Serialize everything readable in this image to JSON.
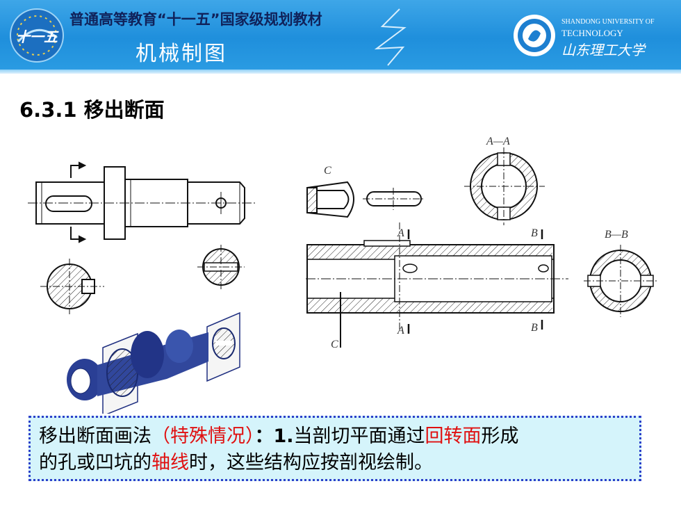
{
  "header": {
    "series_title": "普通高等教育“十一五”国家级规划教材",
    "course_title": "机械制图",
    "logo_text": "十一五",
    "university_en_line1": "SHANDONG UNIVERSITY OF",
    "university_en_line2": "TECHNOLOGY",
    "university_cn": "山东理工大学",
    "colors": {
      "header_blue": "#2294de",
      "dark_navy": "#10225a"
    }
  },
  "section_title": "6.3.1 移出断面",
  "drawing": {
    "labels": {
      "aa": "A—A",
      "bb": "B—B",
      "c_top": "C",
      "c_bottom": "C",
      "a_top": "A",
      "a_bottom": "A",
      "b_top": "B",
      "b_bottom": "B"
    }
  },
  "note": {
    "part1": "移出断面画法",
    "part2": "（特殊情况）",
    "part3": "：",
    "part4": "1.",
    "part5": "当剖切平面通过",
    "part6": "回转面",
    "part7": "形成",
    "part8": "的孔或凹坑的",
    "part9": "轴线",
    "part10": "时，这些结构应按剖视绘制。",
    "colors": {
      "highlight": "#e01010",
      "border": "#2b3fc9",
      "background": "#d5f4fb"
    }
  }
}
